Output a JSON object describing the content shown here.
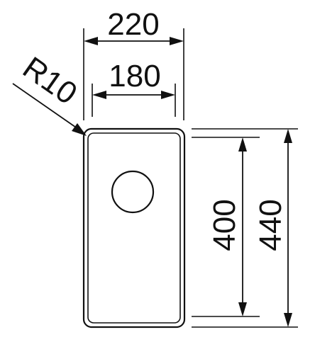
{
  "drawing": {
    "dimensions": {
      "outer_width": "220",
      "inner_width": "180",
      "corner_radius": "R10",
      "inner_height": "400",
      "outer_height": "440"
    },
    "colors": {
      "line": "#111111",
      "background": "#ffffff"
    }
  }
}
